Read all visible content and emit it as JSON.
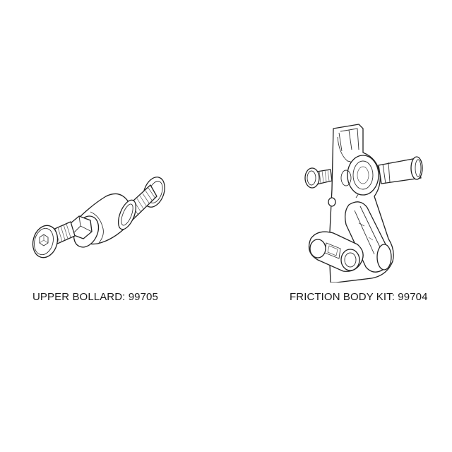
{
  "background_color": "#ffffff",
  "parts": [
    {
      "name": "upper-bollard",
      "caption": "UPPER BOLLARD: 99705",
      "label": "UPPER BOLLARD",
      "part_number": "99705",
      "icon": "bolt-spacer-assembly-drawing"
    },
    {
      "name": "friction-body-kit",
      "caption": "FRICTION BODY KIT: 99704",
      "label": "FRICTION BODY KIT",
      "part_number": "99704",
      "icon": "friction-body-assembly-drawing"
    }
  ],
  "text_color": "#1a1a1a",
  "line_color": "#222222"
}
